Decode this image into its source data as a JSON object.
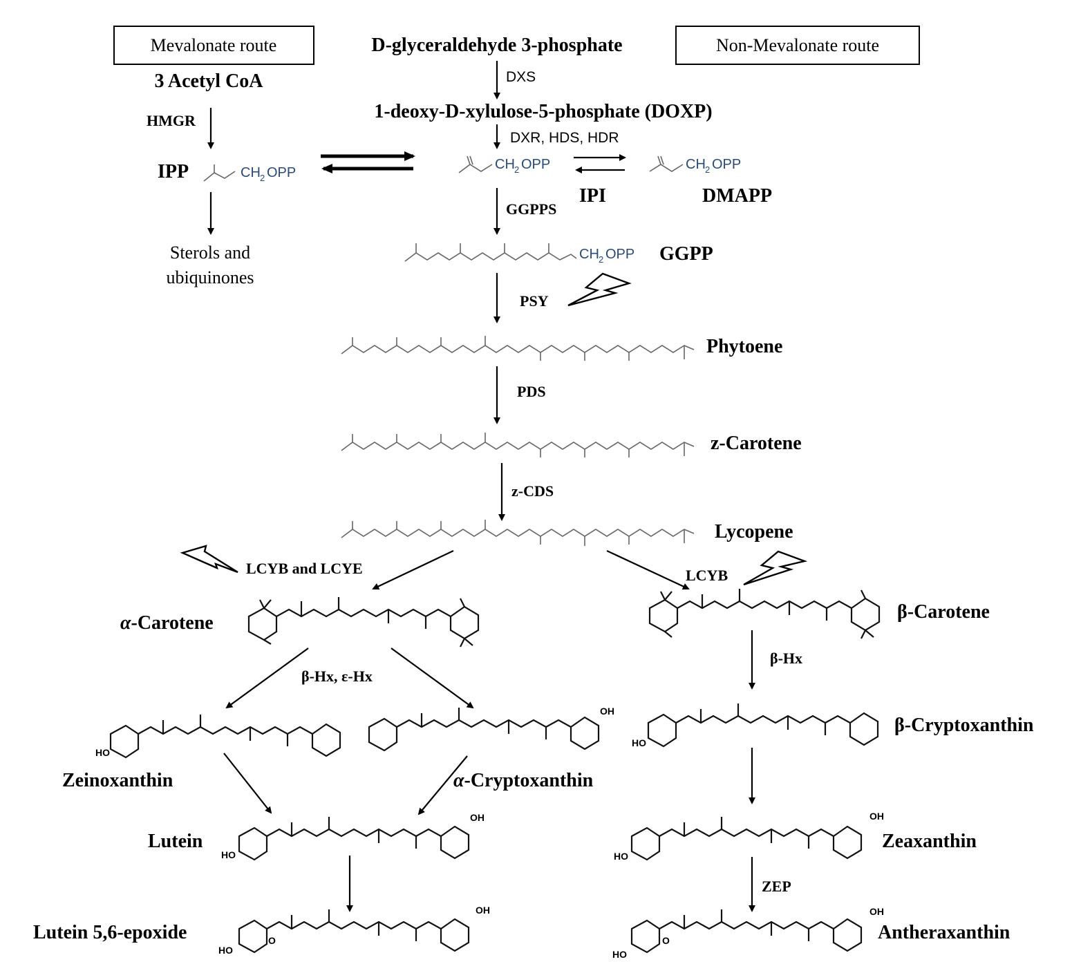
{
  "routes": {
    "mevalonate": "Mevalonate route",
    "non_mevalonate": "Non-Mevalonate route"
  },
  "compounds": {
    "g3p": "D-glyceraldehyde 3-phosphate",
    "acetyl_coa": "3 Acetyl CoA",
    "doxp": "1-deoxy-D-xylulose-5-phosphate (DOXP)",
    "ipp": "IPP",
    "ipi": "IPI",
    "dmapp": "DMAPP",
    "sterols_line1": "Sterols and",
    "sterols_line2": "ubiquinones",
    "ggpp": "GGPP",
    "phytoene": "Phytoene",
    "z_carotene": "z-Carotene",
    "lycopene": "Lycopene",
    "alpha_carotene": "-Carotene",
    "beta_carotene": "β-Carotene",
    "zeinoxanthin": "Zeinoxanthin",
    "alpha_cryptoxanthin": "-Cryptoxanthin",
    "beta_cryptoxanthin": "β-Cryptoxanthin",
    "lutein": "Lutein",
    "zeaxanthin": "Zeaxanthin",
    "lutein_epoxide": "Lutein 5,6-epoxide",
    "antheraxanthin": "Antheraxanthin",
    "alpha_symbol": "α"
  },
  "enzymes": {
    "dxs": "DXS",
    "hmgr": "HMGR",
    "dxr_hds_hdr": "DXR, HDS, HDR",
    "ggpps": "GGPPS",
    "psy": "PSY",
    "pds": "PDS",
    "z_cds": "z-CDS",
    "lcyb_lcye": "LCYB and LCYE",
    "lcyb": "LCYB",
    "beta_eps_hx": "β-Hx, ε-Hx",
    "beta_hx": "β-Hx",
    "zep": "ZEP"
  },
  "formula": {
    "ch": "CH",
    "sub2": "2",
    "opp": "OPP",
    "oh": "OH",
    "ho": "HO",
    "o": "O"
  }
}
